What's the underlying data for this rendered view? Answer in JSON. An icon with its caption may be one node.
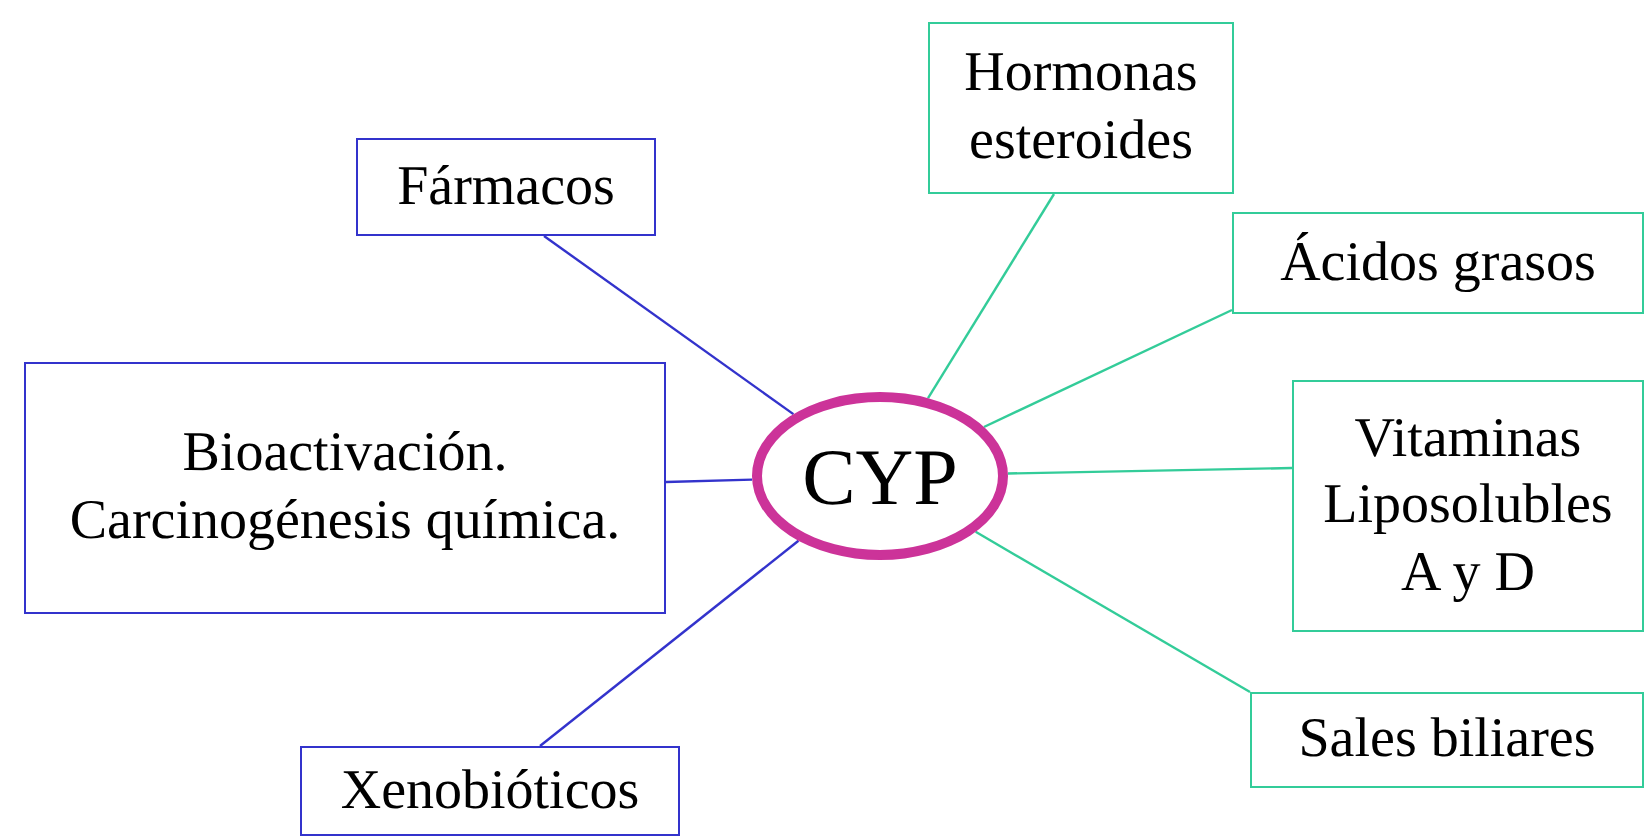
{
  "diagram": {
    "nodes": [
      {
        "text": [
          "CYP"
        ]
      },
      {
        "text": [
          "Fármacos"
        ]
      },
      {
        "text": [
          "Bioactivación. Carcinogénesis química."
        ]
      },
      {
        "text": [
          "Xenobióticos"
        ]
      },
      {
        "text": [
          "Hormonas esteroides"
        ]
      },
      {
        "text": [
          "Ácidos grasos"
        ]
      },
      {
        "text": [
          "Vitaminas Liposolubles A y D"
        ]
      },
      {
        "text": [
          "Sales biliares"
        ]
      }
    ],
    "edges": [
      {
        "from": 0,
        "to": 1,
        "arrow": "none",
        "color": "#3333cc"
      },
      {
        "from": 0,
        "to": 2,
        "arrow": "none",
        "color": "#3333cc"
      },
      {
        "from": 0,
        "to": 3,
        "arrow": "none",
        "color": "#3333cc"
      },
      {
        "from": 0,
        "to": 4,
        "arrow": "none"
      },
      {
        "from": 0,
        "to": 5,
        "arrow": "none"
      },
      {
        "from": 0,
        "to": 6,
        "arrow": "none"
      },
      {
        "from": 0,
        "to": 7,
        "arrow": "none"
      }
    ]
  }
}
